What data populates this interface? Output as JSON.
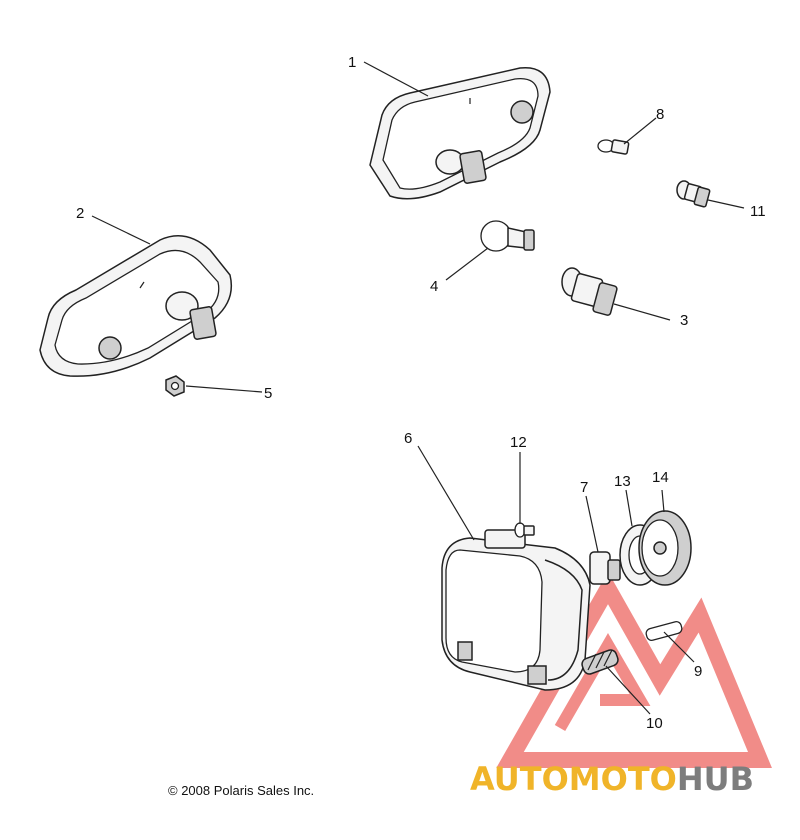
{
  "callouts": {
    "c1": "1",
    "c2": "2",
    "c3": "3",
    "c4": "4",
    "c5": "5",
    "c6": "6",
    "c7": "7",
    "c8": "8",
    "c9": "9",
    "c10": "10",
    "c11": "11",
    "c12": "12",
    "c13": "13",
    "c14": "14"
  },
  "footer": {
    "copyright": "© 2008 Polaris Sales Inc."
  },
  "watermark": {
    "brand_part1": "AUTOMOTO",
    "brand_part2": "HUB"
  },
  "colors": {
    "brand_yellow": "#f0b429",
    "brand_gray": "#7d7d7d",
    "watermark_red": "#e8403a"
  }
}
